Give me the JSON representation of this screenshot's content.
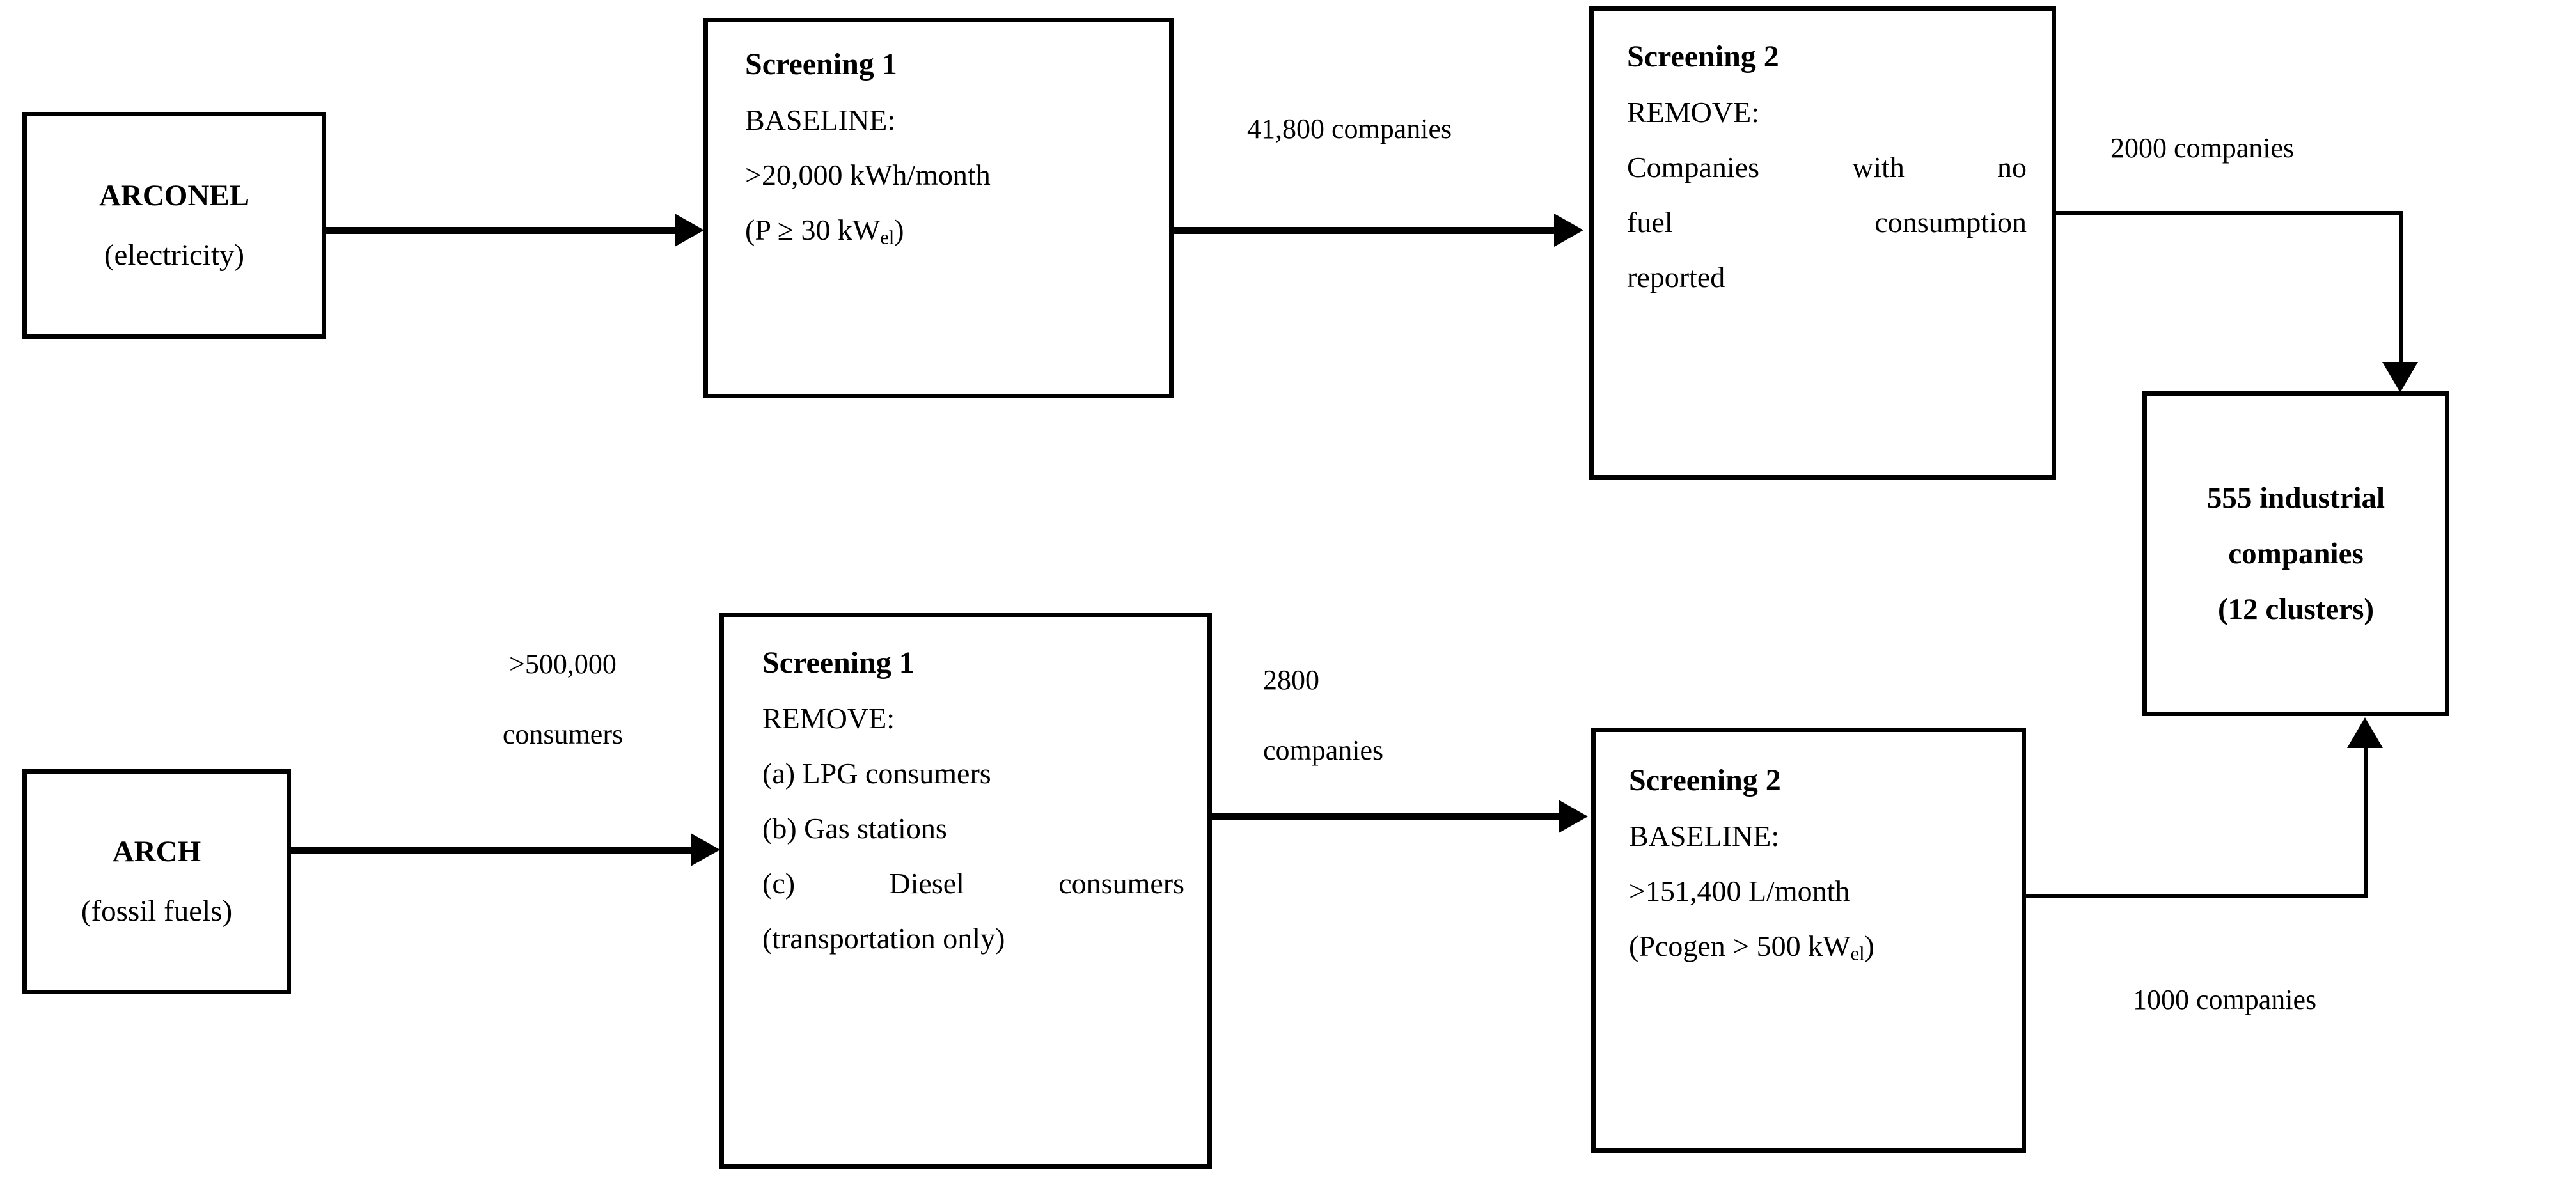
{
  "diagram": {
    "title": "Company screening flowchart",
    "sources": {
      "electricity": {
        "name": "ARCONEL",
        "qualifier": "(electricity)"
      },
      "fuels": {
        "name": "ARCH",
        "qualifier": "(fossil fuels)"
      }
    },
    "top_branch": {
      "screening1": {
        "header": "Screening 1",
        "criterion_label": "BASELINE:",
        "line1": "&gt;20,000 kWh/month",
        "line2_prefix": "(P ≥ 30 kW",
        "line2_sub": "el",
        "line2_suffix": ")"
      },
      "screening2": {
        "header": "Screening 2",
        "criterion_label": "REMOVE:",
        "line1": "Companies with no",
        "line2": "fuel  consumption",
        "line3": "reported"
      },
      "edge_in_label": "",
      "edge_mid_label": "41,800 companies",
      "edge_out_label": "2000 companies"
    },
    "bottom_branch": {
      "screening1": {
        "header": "Screening 1",
        "criterion_label": "REMOVE:",
        "item_a": "(a) LPG consumers",
        "item_b": "(b) Gas stations",
        "item_c": "(c)  Diesel  consumers",
        "item_c_note": "(transportation only)"
      },
      "screening2": {
        "header": "Screening 2",
        "criterion_label": "BASELINE:",
        "line1": "&gt;151,400 L/month",
        "line2_prefix": "(Pcogen &gt; 500 kW",
        "line2_sub": "el",
        "line2_suffix": ")"
      },
      "edge_in_label_l1": "&gt;500,000",
      "edge_in_label_l2": "consumers",
      "edge_mid_label_l1": "2800",
      "edge_mid_label_l2": "companies",
      "edge_out_label": "1000 companies"
    },
    "result": {
      "line1": "555 industrial",
      "line2": "companies",
      "line3": "(12 clusters)"
    },
    "colors": {
      "stroke": "#000000",
      "background": "#ffffff",
      "text": "#000000"
    }
  }
}
